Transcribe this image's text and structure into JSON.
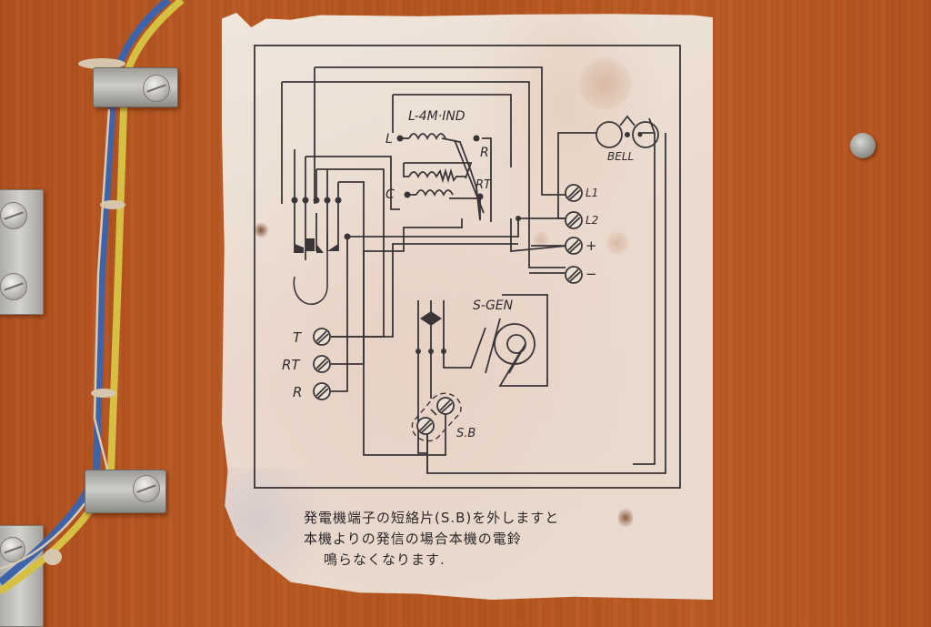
{
  "scene": {
    "description": "Wiring diagram sheet mounted on a wooden telephone cabinet door",
    "colors": {
      "wood": "#b8561f",
      "paper": "#ecdfd3",
      "ink": "#3a3538",
      "wire_blue": "#3f63a8",
      "wire_yellow": "#d5c043",
      "metal": "#c3c1bc"
    }
  },
  "diagram": {
    "components": {
      "induction_coil": {
        "title": "L-4M·IND",
        "terminals": [
          "L",
          "R",
          "C",
          "RT"
        ]
      },
      "bell": {
        "label": "BELL"
      },
      "generator": {
        "label": "S-GEN"
      },
      "short_bar": {
        "label": "S.B"
      },
      "right_terminals": [
        {
          "label": "L1"
        },
        {
          "label": "L2"
        },
        {
          "label": "+"
        },
        {
          "label": "−"
        }
      ],
      "left_terminals": [
        {
          "label": "T"
        },
        {
          "label": "RT"
        },
        {
          "label": "R"
        }
      ]
    },
    "note": {
      "lines": [
        "発電機端子の短絡片(S.B)を外しますと",
        "本機よりの発信の場合本機の電鈴",
        "鳴らなくなります."
      ]
    }
  }
}
